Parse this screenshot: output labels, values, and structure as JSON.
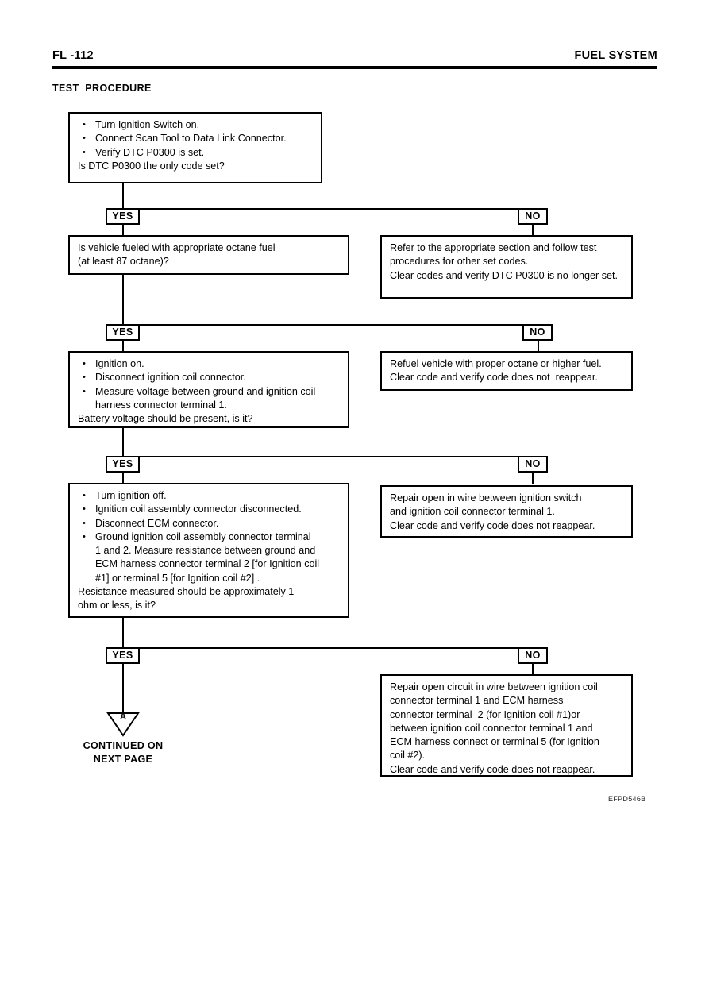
{
  "header": {
    "page_ref": "FL -112",
    "system": "FUEL SYSTEM"
  },
  "section_title": "TEST  PROCEDURE",
  "flow": {
    "yes_label": "YES",
    "no_label": "NO",
    "steps": [
      {
        "id": "step-1",
        "bullets": [
          "Turn Ignition Switch on.",
          "Connect Scan Tool to Data Link Connector.",
          "Verify DTC P0300 is set."
        ],
        "question": "Is DTC P0300 the only code set?",
        "no_result": "Refer to the appropriate section and follow test procedures for other set codes.\nClear codes and verify DTC P0300 is no longer set."
      },
      {
        "id": "step-2",
        "bullets": [],
        "question": "Is vehicle fueled with appropriate octane fuel\n(at least 87 octane)?",
        "no_result": "Refuel vehicle with proper octane or higher fuel.\nClear code and verify code does not  reappear."
      },
      {
        "id": "step-3",
        "bullets": [
          "Ignition on.",
          "Disconnect ignition coil connector.",
          "Measure voltage between ground and ignition coil\nharness connector terminal 1."
        ],
        "question": "Battery voltage should be present, is it?",
        "no_result": "Repair open in wire between ignition switch\nand ignition coil connector terminal 1.\nClear code and verify code does not reappear."
      },
      {
        "id": "step-4",
        "bullets": [
          "Turn ignition off.",
          "Ignition coil assembly connector disconnected.",
          "Disconnect ECM connector.",
          "Ground ignition coil assembly connector terminal\n1 and 2. Measure resistance between ground and\nECM harness connector terminal 2 [for Ignition coil\n#1] or terminal 5 [for Ignition coil #2] ."
        ],
        "question": "Resistance measured should be approximately 1\nohm or less, is it?",
        "no_result": "Repair open circuit in wire between ignition coil\nconnector terminal 1 and ECM harness\nconnector terminal  2 (for Ignition coil #1)or\nbetween ignition coil connector terminal 1 and\nECM harness connect or terminal 5 (for Ignition\ncoil #2).\nClear code and verify code does not reappear."
      }
    ],
    "continue_marker_letter": "A",
    "continue_label": "CONTINUED ON\nNEXT PAGE"
  },
  "figure_code": "EFPD546B"
}
